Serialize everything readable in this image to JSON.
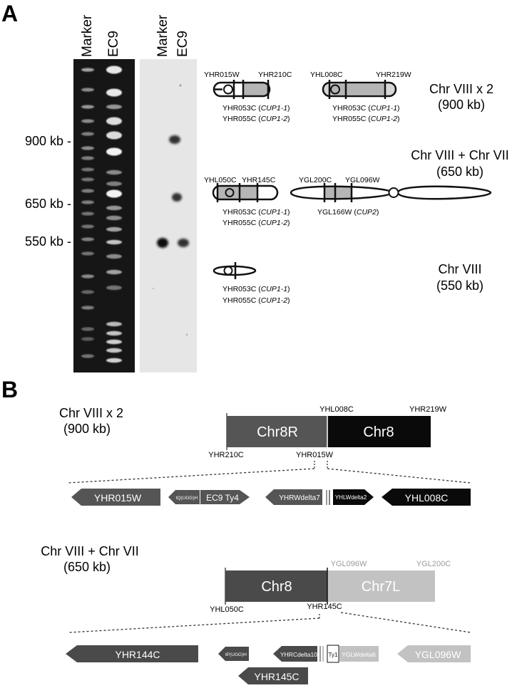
{
  "panel_a": {
    "letter": "A",
    "lane_labels": [
      "Marker",
      "EC9",
      "Marker",
      "EC9"
    ],
    "size_labels": [
      "900 kb -",
      "650 kb -",
      "550 kb -"
    ],
    "diagrams": {
      "chr8x2": {
        "title": "Chr VIII x 2",
        "size": "(900 kb)",
        "left_top": [
          "YHR015W",
          "YHR210C"
        ],
        "right_top": [
          "YHL008C",
          "YHR219W"
        ],
        "genes_a": [
          "YHR053C (",
          "CUP1-1",
          ")"
        ],
        "genes_b": [
          "YHR055C (",
          "CUP1-2",
          ")"
        ]
      },
      "chr8chr7": {
        "title": "Chr VIII + Chr VII",
        "size": "(650 kb)",
        "left_top": [
          "YHL050C",
          "YHR145C"
        ],
        "right_top": [
          "YGL200C",
          "YGL096W"
        ],
        "genes_a": [
          "YHR053C (",
          "CUP1-1",
          ")"
        ],
        "genes_b": [
          "YHR055C (",
          "CUP1-2",
          ")"
        ],
        "genes_c": [
          "YGL166W (",
          "CUP2",
          ")"
        ]
      },
      "chr8": {
        "title": "Chr VIII",
        "size": "(550 kb)",
        "genes_a": [
          "YHR053C (",
          "CUP1-1",
          ")"
        ],
        "genes_b": [
          "YHR055C (",
          "CUP1-2",
          ")"
        ]
      }
    }
  },
  "panel_b": {
    "letter": "B",
    "top": {
      "title": "Chr VIII x 2",
      "size": "(900 kb)",
      "bar_left": "Chr8R",
      "bar_right": "Chr8",
      "label_mid_top": "YHL008C",
      "label_right_top": "YHR219W",
      "label_left_bottom": "YHR210C",
      "label_mid_bottom": "YHR015W",
      "arrows": [
        "YHR015W",
        "tQ(UGG)H",
        "EC9 Ty4",
        "YHRWdelta7",
        "YHLWdelta2",
        "YHL008C"
      ]
    },
    "bottom": {
      "title": "Chr VIII + Chr VII",
      "size": "(650 kb)",
      "bar_left": "Chr8",
      "bar_right": "Chr7L",
      "label_mid_top": "YGL096W",
      "label_right_top": "YGL200C",
      "label_left_bottom": "YHL050C",
      "label_mid_bottom": "YHR145C",
      "arrows": [
        "YHR144C",
        "tP(UGG)H",
        "YHRCdelta10",
        "Ty1",
        "YGLWdelta6",
        "YGL096W",
        "YHR145C"
      ]
    }
  },
  "colors": {
    "gel_bg": "#161616",
    "blot_bg": "#ececec",
    "dark_gray": "#555555",
    "black": "#0a0a0a",
    "light_gray": "#bdbdbd",
    "light_text": "#9a9a9a"
  }
}
